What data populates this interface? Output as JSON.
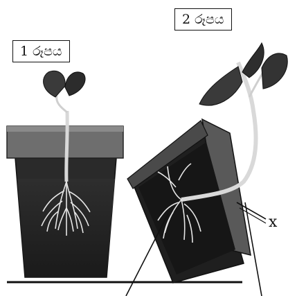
{
  "figures": {
    "figure_1_label": "1 රූපය",
    "figure_2_label": "2 රූපය"
  },
  "annotations": {
    "x_label": "x"
  }
}
